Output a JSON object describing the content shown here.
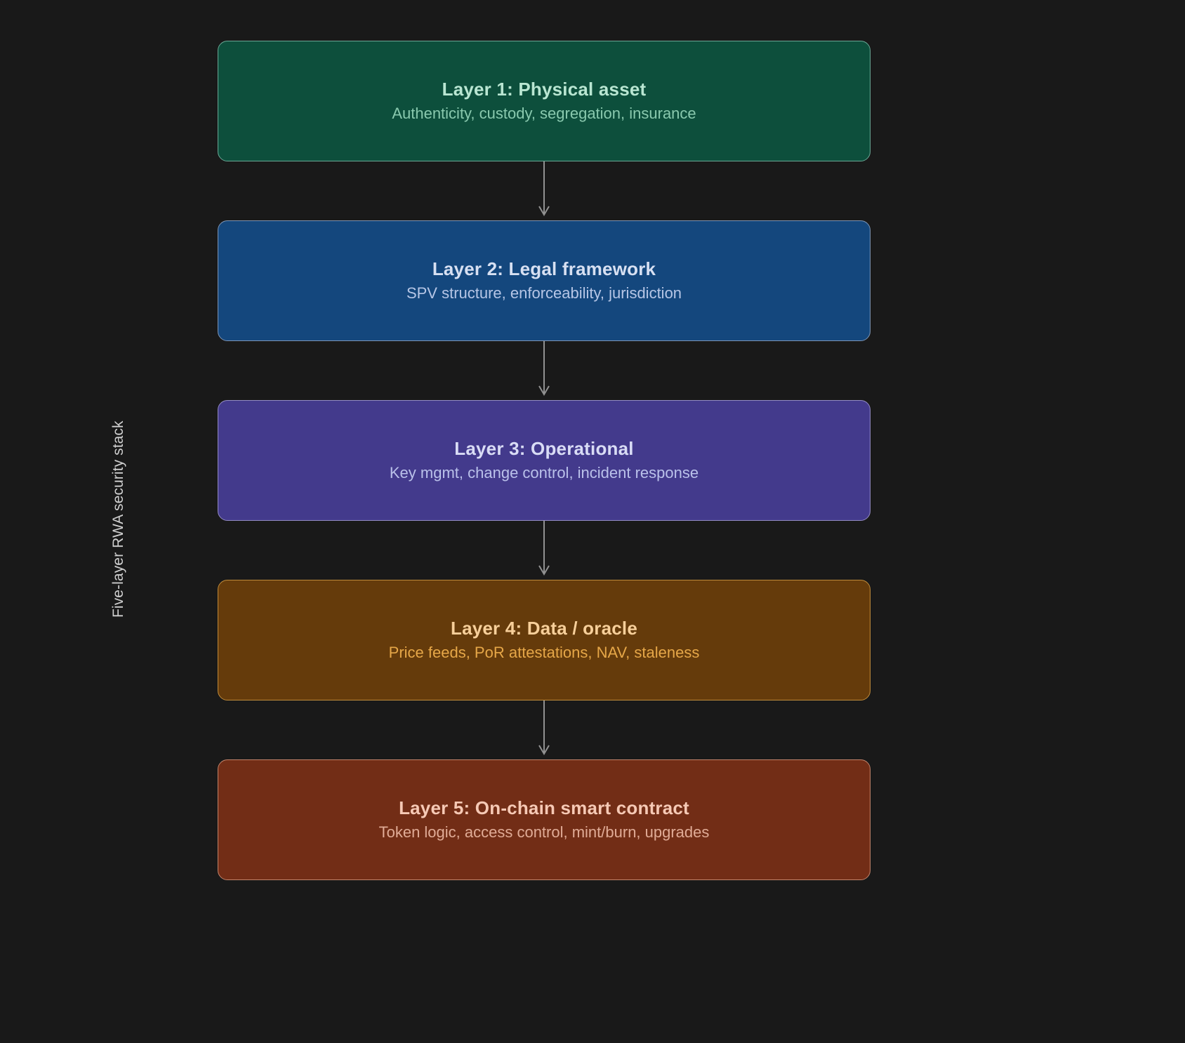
{
  "diagram": {
    "axis_label": "Five-layer RWA security stack",
    "background_color": "#191919",
    "connector_color": "#919191",
    "connector_count": 4,
    "layers": [
      {
        "title": "Layer 1: Physical asset",
        "subtitle": "Authenticity, custody, segregation, insurance",
        "fill": "#0d4f3c",
        "border": "#6aa795",
        "title_color": "#b9e6d2",
        "subtitle_color": "#89c9ae"
      },
      {
        "title": "Layer 2: Legal framework",
        "subtitle": "SPV structure, enforceability, jurisdiction",
        "fill": "#14477d",
        "border": "#7d95b5",
        "title_color": "#d7e0f2",
        "subtitle_color": "#b6c6e6"
      },
      {
        "title": "Layer 3: Operational",
        "subtitle": "Key mgmt, change control, incident response",
        "fill": "#433a8c",
        "border": "#938bc4",
        "title_color": "#d9dcf5",
        "subtitle_color": "#bac1ea"
      },
      {
        "title": "Layer 4: Data / oracle",
        "subtitle": "Price feeds, PoR attestations, NAV, staleness",
        "fill": "#653b0b",
        "border": "#c08b3a",
        "title_color": "#f7cf9a",
        "subtitle_color": "#e6a748"
      },
      {
        "title": "Layer 5: On-chain smart contract",
        "subtitle": "Token logic, access control, mint/burn, upgrades",
        "fill": "#722d16",
        "border": "#c2836a",
        "title_color": "#f6c9b5",
        "subtitle_color": "#e0ab96"
      }
    ]
  }
}
